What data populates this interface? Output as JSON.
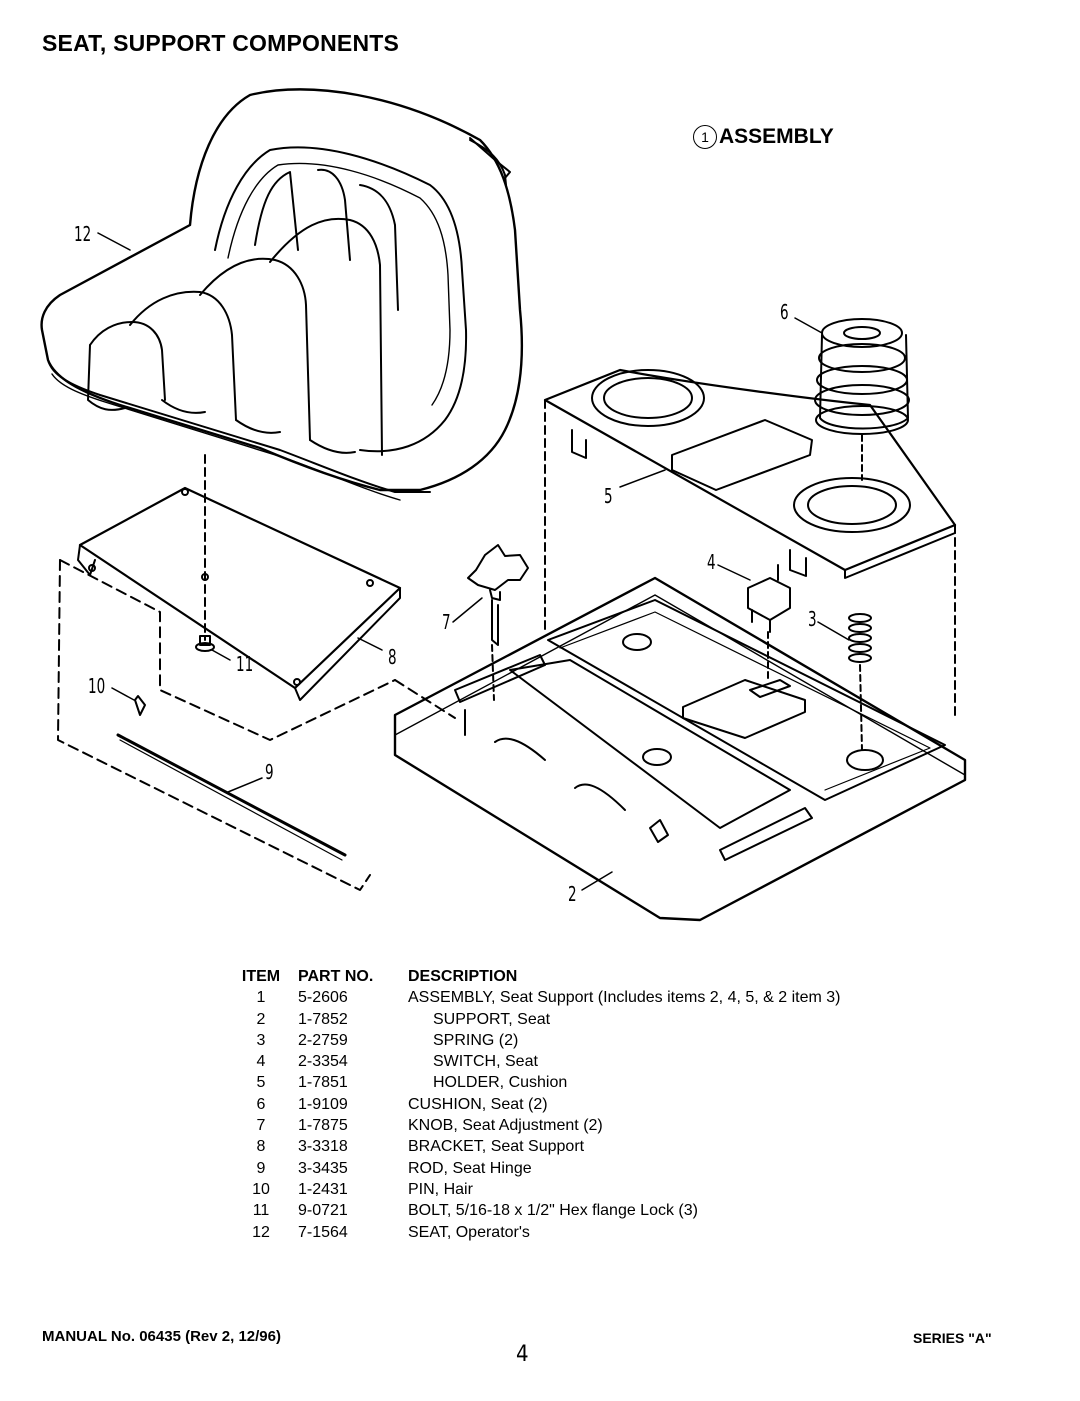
{
  "title": "SEAT, SUPPORT COMPONENTS",
  "assembly_label": {
    "number": "1",
    "text": "ASSEMBLY"
  },
  "callouts": {
    "c12": "12",
    "c6": "6",
    "c5": "5",
    "c4": "4",
    "c7": "7",
    "c3": "3",
    "c8": "8",
    "c11": "11",
    "c10": "10",
    "c9": "9",
    "c2": "2"
  },
  "parts_table": {
    "headers": {
      "item": "ITEM",
      "part": "PART NO.",
      "desc": "DESCRIPTION"
    },
    "rows": [
      {
        "item": "1",
        "part": "5-2606",
        "desc": "ASSEMBLY, Seat Support (Includes items 2, 4, 5, & 2 item 3)",
        "indent": false
      },
      {
        "item": "2",
        "part": "1-7852",
        "desc": "SUPPORT, Seat",
        "indent": true
      },
      {
        "item": "3",
        "part": "2-2759",
        "desc": "SPRING (2)",
        "indent": true
      },
      {
        "item": "4",
        "part": "2-3354",
        "desc": "SWITCH, Seat",
        "indent": true
      },
      {
        "item": "5",
        "part": "1-7851",
        "desc": "HOLDER, Cushion",
        "indent": true
      },
      {
        "item": "6",
        "part": "1-9109",
        "desc": "CUSHION, Seat (2)",
        "indent": false
      },
      {
        "item": "7",
        "part": "1-7875",
        "desc": "KNOB, Seat Adjustment (2)",
        "indent": false
      },
      {
        "item": "8",
        "part": "3-3318",
        "desc": "BRACKET, Seat Support",
        "indent": false
      },
      {
        "item": "9",
        "part": "3-3435",
        "desc": "ROD, Seat Hinge",
        "indent": false
      },
      {
        "item": "10",
        "part": "1-2431",
        "desc": "PIN, Hair",
        "indent": false
      },
      {
        "item": "11",
        "part": "9-0721",
        "desc": "BOLT, 5/16-18 x 1/2\" Hex flange Lock (3)",
        "indent": false
      },
      {
        "item": "12",
        "part": "7-1564",
        "desc": "SEAT, Operator's",
        "indent": false
      }
    ]
  },
  "footer": {
    "manual": "MANUAL No. 06435 (Rev 2, 12/96)",
    "page": "4",
    "series": "SERIES \"A\""
  }
}
